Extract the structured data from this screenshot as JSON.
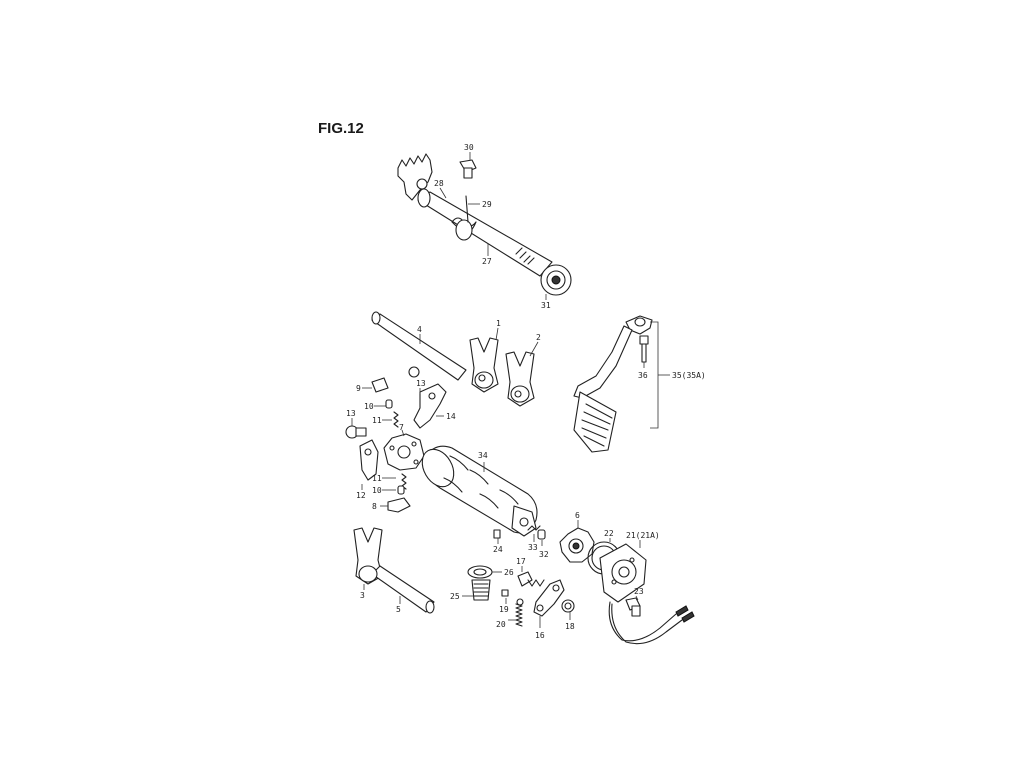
{
  "figure": {
    "title": "FIG.12"
  },
  "labels": {
    "p30": "30",
    "p28": "28",
    "p29": "29",
    "p27": "27",
    "p31": "31",
    "p4": "4",
    "p1": "1",
    "p2": "2",
    "p9": "9",
    "p10a": "10",
    "p11a": "11",
    "p13a": "13",
    "p13b": "13",
    "p14": "14",
    "p7": "7",
    "p12": "12",
    "p11b": "11",
    "p10b": "10",
    "p8": "8",
    "p34": "34",
    "p24": "24",
    "p33": "33",
    "p32": "32",
    "p6": "6",
    "p22": "22",
    "p21": "21(21A)",
    "p23": "23",
    "p26": "26",
    "p25": "25",
    "p17": "17",
    "p19": "19",
    "p20": "20",
    "p16": "16",
    "p18": "18",
    "p3": "3",
    "p5": "5",
    "p36": "36",
    "p35": "35(35A)"
  }
}
